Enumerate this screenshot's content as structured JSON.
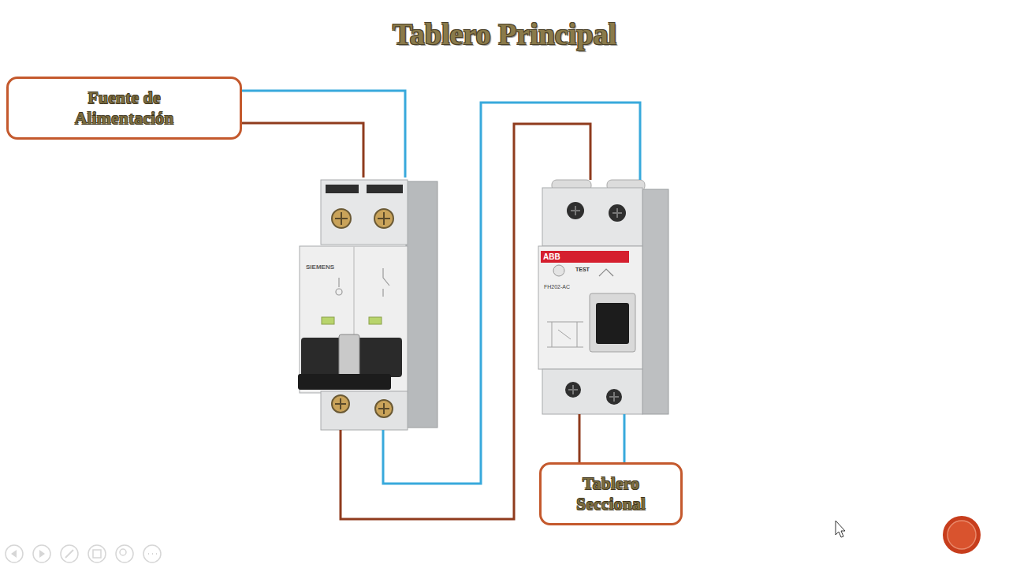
{
  "diagram": {
    "title": "Tablero Principal",
    "nodes": [
      {
        "text": [
          "Fuente de Alimentación"
        ]
      },
      {
        "text": [
          "SIEMENS"
        ]
      },
      {
        "text": [
          "ABB",
          "TEST",
          "FH202-AC"
        ]
      },
      {
        "text": [
          "Tablero Seccional"
        ]
      }
    ],
    "edges": [
      {
        "from": 0,
        "to": 1,
        "arrow": "none"
      },
      {
        "from": 0,
        "to": 1,
        "arrow": "none"
      },
      {
        "from": 1,
        "to": 2,
        "arrow": "none"
      },
      {
        "from": 1,
        "to": 2,
        "arrow": "none"
      },
      {
        "from": 2,
        "to": 3,
        "arrow": "none"
      },
      {
        "from": 2,
        "to": 3,
        "arrow": "none"
      }
    ]
  }
}
